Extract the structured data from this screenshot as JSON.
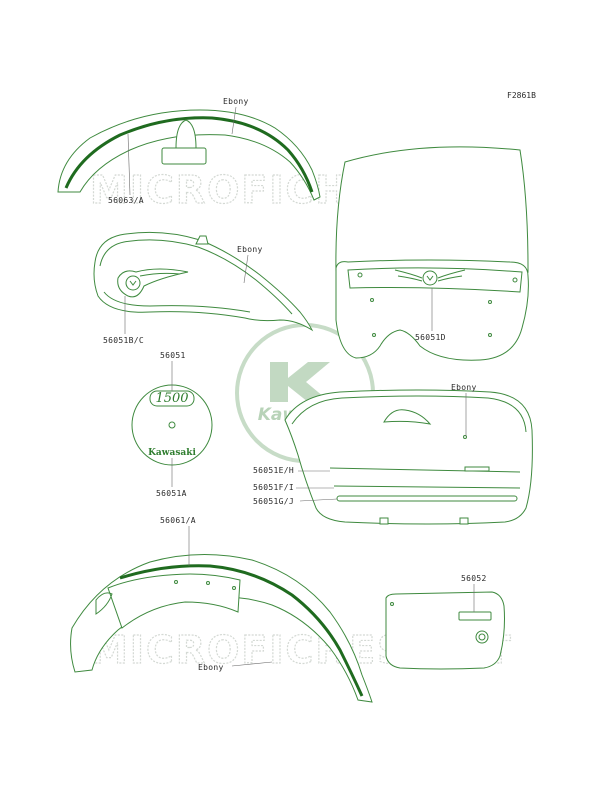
{
  "figure_code": "F2861B",
  "watermark": "MICROFICHES.NET",
  "logo_text": "Kawasaki",
  "colors": {
    "outline": "#3f8a3f",
    "stripe": "#1f6b1f",
    "watermark": "#d4d9d4",
    "logo": "#b8d3b8"
  },
  "labels": {
    "front_fender_color": "Ebony",
    "front_fender_part": "56063/A",
    "fuel_tank_color": "Ebony",
    "fuel_tank_part": "56051B/C",
    "windshield_part": "56051D",
    "emblem_top_part": "56051",
    "emblem_bottom_part": "56051A",
    "emblem_badge_text": "1500",
    "emblem_brand_text": "Kawasaki",
    "saddlebag_color": "Ebony",
    "saddlebag_stripe_1": "56051E/H",
    "saddlebag_stripe_2": "56051F/I",
    "saddlebag_stripe_3": "56051G/J",
    "rear_fender_part": "56061/A",
    "rear_fender_color": "Ebony",
    "side_cover_part": "56052"
  }
}
